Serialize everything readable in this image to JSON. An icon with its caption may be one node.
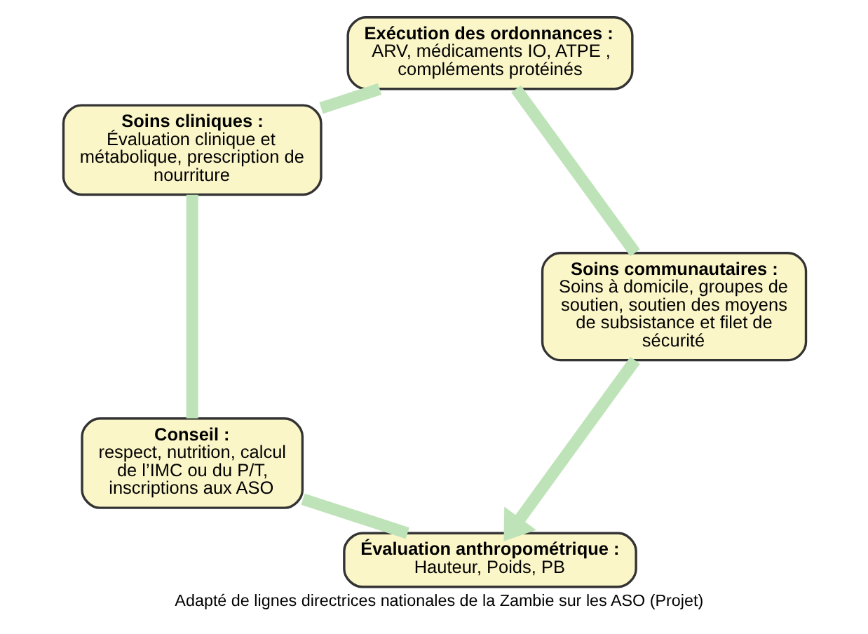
{
  "diagram": {
    "caption": "Adapté de lignes directrices nationales de la Zambie sur les ASO (Projet)",
    "nodes": [
      {
        "text": [
          "Évaluation anthropométrique :",
          "Hauteur, Poids, PB"
        ]
      },
      {
        "text": [
          "Soins communautaires :",
          "Soins à domicile, groupes de soutien, soutien des moyens de subsistance et filet de sécurité"
        ]
      },
      {
        "text": [
          "Conseil :",
          "respect, nutrition, calcul de l’IMC ou du P/T, inscriptions aux ASO"
        ]
      },
      {
        "text": [
          "Exécution des ordonnances :",
          "ARV, médicaments IO, ATPE , compléments protéinés"
        ]
      },
      {
        "text": [
          "Soins cliniques :",
          "Évaluation clinique et métabolique, prescription de nourriture"
        ]
      }
    ],
    "edges": [
      {
        "from": 0,
        "to": 2,
        "arrow": "none"
      },
      {
        "from": 2,
        "to": 4,
        "arrow": "none"
      },
      {
        "from": 4,
        "to": 3,
        "arrow": "none"
      },
      {
        "from": 3,
        "to": 1,
        "arrow": "none"
      },
      {
        "from": 1,
        "to": 0,
        "arrow": "to"
      }
    ]
  }
}
